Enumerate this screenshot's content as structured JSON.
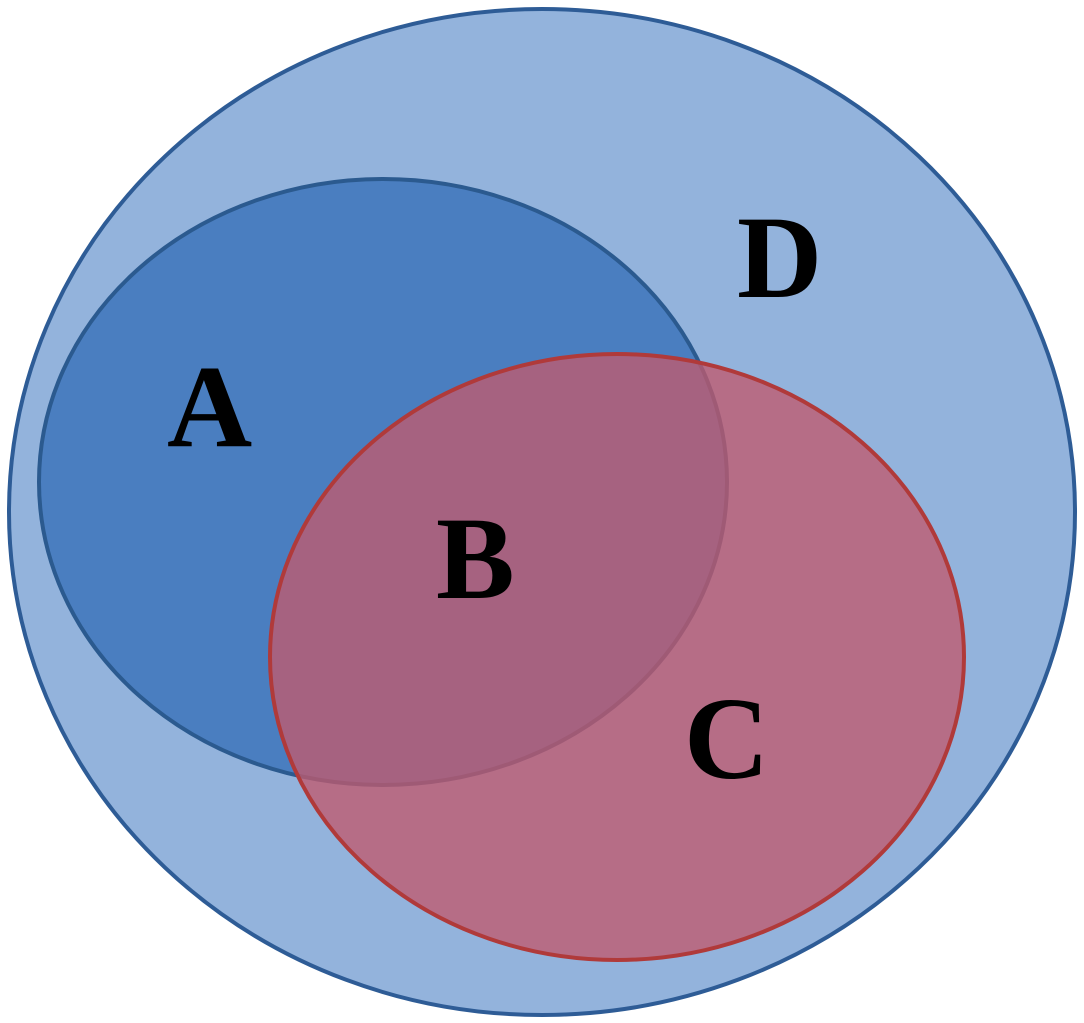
{
  "diagram": {
    "type": "venn",
    "sets": [
      {
        "id": "D",
        "label": "D",
        "role": "universe",
        "fill": "#93B3DC",
        "stroke": "#2E5C96"
      },
      {
        "id": "A",
        "label": "A",
        "role": "set",
        "fill": "#4A7EC0",
        "stroke": "#2B5A8F"
      },
      {
        "id": "C",
        "label": "C",
        "role": "set",
        "fill": "#C05A6E",
        "stroke": "#B03A3A",
        "opacity": 0.78
      }
    ],
    "regions": {
      "A": "A",
      "B": "B",
      "C": "C",
      "D": "D"
    }
  }
}
